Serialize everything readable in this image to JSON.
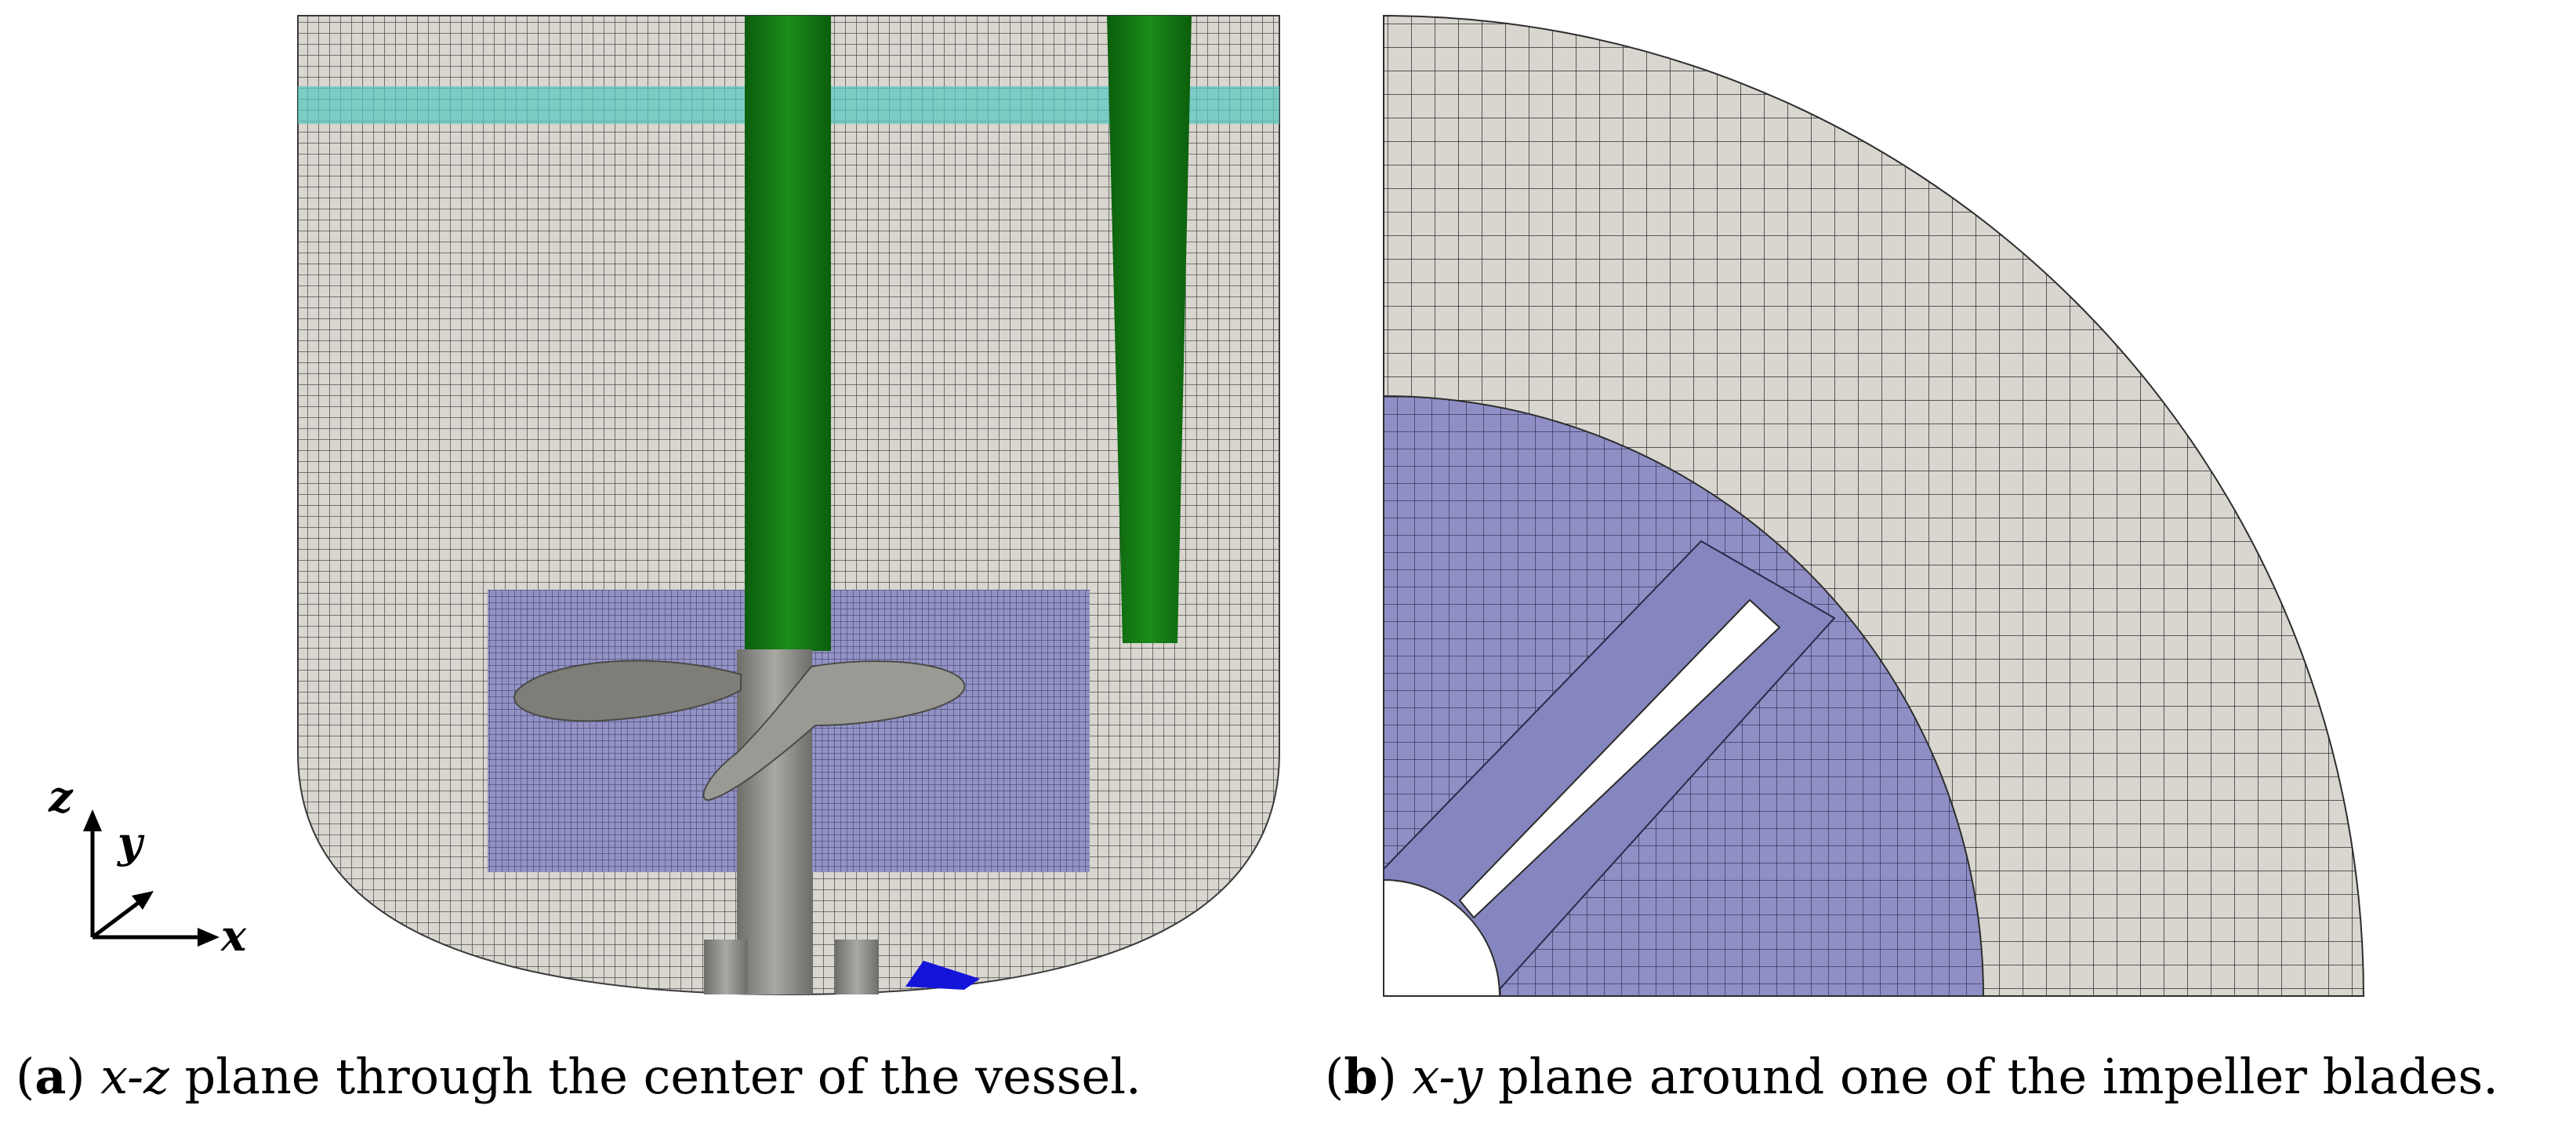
{
  "panel_a": {
    "caption_label": "a",
    "caption_var": "x-z",
    "caption_text": " plane through the center of the vessel."
  },
  "panel_b": {
    "caption_label": "b",
    "caption_var": "x-y",
    "caption_text": " plane around one of the impeller blades."
  },
  "axes": {
    "z": "z",
    "y": "y",
    "x": "x"
  },
  "colors": {
    "mesh_fill": "#d8d6cf",
    "mesh_line": "#2d2d2d",
    "rotating_zone": "#8f8fc6",
    "shaft_green": "#137a13",
    "water_band": "#57c8c0",
    "impeller_gray": "#8c8c88",
    "baffle_blue": "#1414d9"
  }
}
